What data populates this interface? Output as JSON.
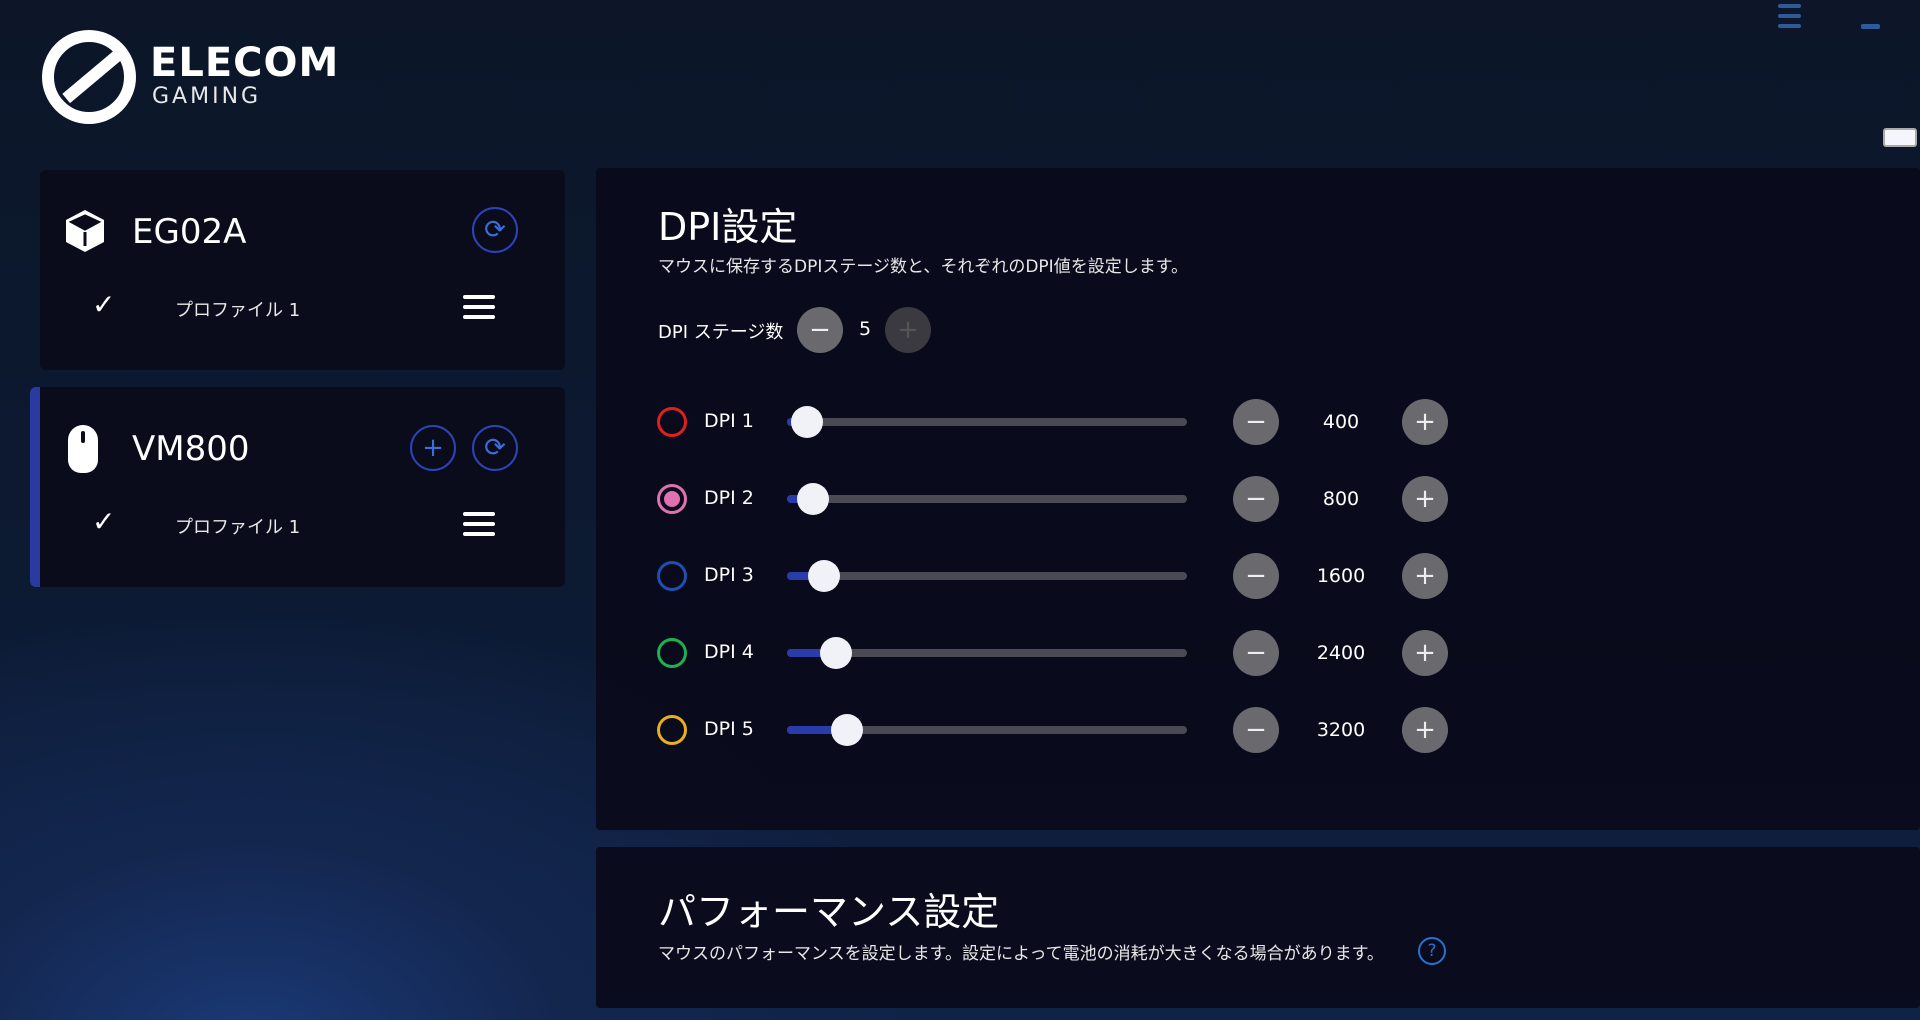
{
  "brand": {
    "line1": "ELECOM",
    "line2": "GAMING"
  },
  "window": {
    "menu_icon": "hamburger-icon",
    "minimize_icon": "minimize-icon",
    "battery_icon": "battery-icon",
    "battery_level": 100
  },
  "devices": [
    {
      "name": "EG02A",
      "icon": "keyboard-cube-icon",
      "selected": false,
      "actions": [
        "sync"
      ],
      "profile": "プロファイル 1"
    },
    {
      "name": "VM800",
      "icon": "mouse-icon",
      "selected": true,
      "actions": [
        "add",
        "sync"
      ],
      "profile": "プロファイル 1"
    }
  ],
  "dpi": {
    "title": "DPI設定",
    "description": "マウスに保存するDPIステージ数と、それぞれのDPI値を設定します。",
    "stage_label": "DPI ステージ数",
    "stage_count": "5",
    "slider_range": [
      100,
      26000
    ],
    "stages": [
      {
        "label": "DPI 1",
        "value": "400",
        "color": "#e02020",
        "active": false
      },
      {
        "label": "DPI 2",
        "value": "800",
        "color": "#e070b0",
        "active": true
      },
      {
        "label": "DPI 3",
        "value": "1600",
        "color": "#1f4fb0",
        "active": false
      },
      {
        "label": "DPI 4",
        "value": "2400",
        "color": "#20b050",
        "active": false
      },
      {
        "label": "DPI 5",
        "value": "3200",
        "color": "#e8b020",
        "active": false
      }
    ]
  },
  "performance": {
    "title": "パフォーマンス設定",
    "description": "マウスのパフォーマンスを設定します。設定によって電池の消耗が大きくなる場合があります。"
  }
}
